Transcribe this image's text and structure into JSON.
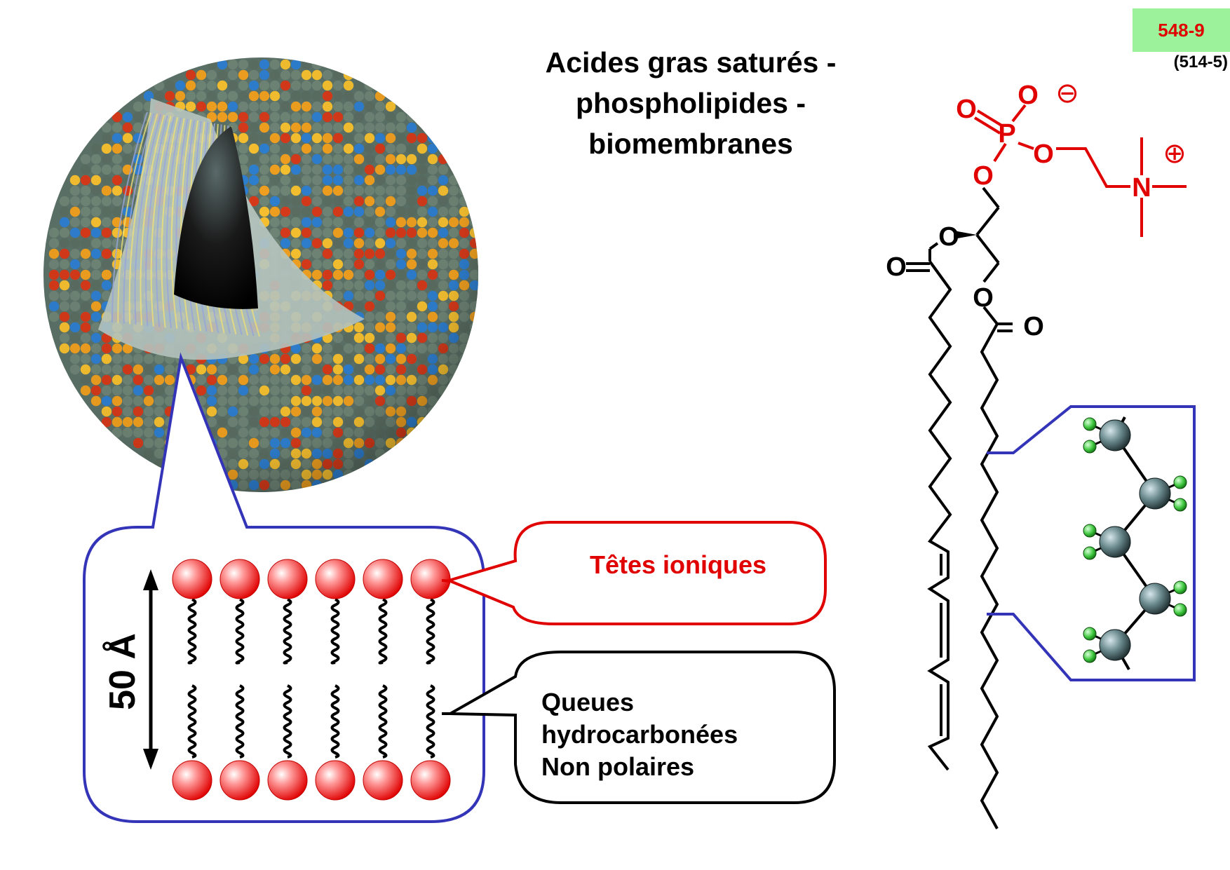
{
  "badge": {
    "code": "548-9",
    "bg": "#9bf29b",
    "color": "#e00000"
  },
  "subref": "(514-5)",
  "title": {
    "line1": "Acides gras saturés -",
    "line2": "phospholipides -",
    "line3": "biomembranes"
  },
  "bilayer": {
    "thickness_label": "50 Å",
    "heads_label": "Têtes ioniques",
    "tails_label": {
      "line1": "Queues",
      "line2": "hydrocarbonées",
      "line3": "Non polaires"
    }
  },
  "molecule": {
    "phosphate_oxygen_1": "O",
    "phosphate_oxygen_2": "O",
    "phosphorus": "P",
    "ester_oxygen_1": "O",
    "ester_oxygen_2": "O",
    "nitrogen": "N",
    "glycerol_oxygen_1": "O",
    "glycerol_oxygen_2": "O",
    "carbonyl_oxygen_1": "O",
    "carbonyl_oxygen_2": "O",
    "negative_charge": "⊖",
    "positive_charge": "⊕"
  },
  "colors": {
    "accent_red": "#e00000",
    "callout_blue": "#3434b8",
    "text": "#000000"
  }
}
